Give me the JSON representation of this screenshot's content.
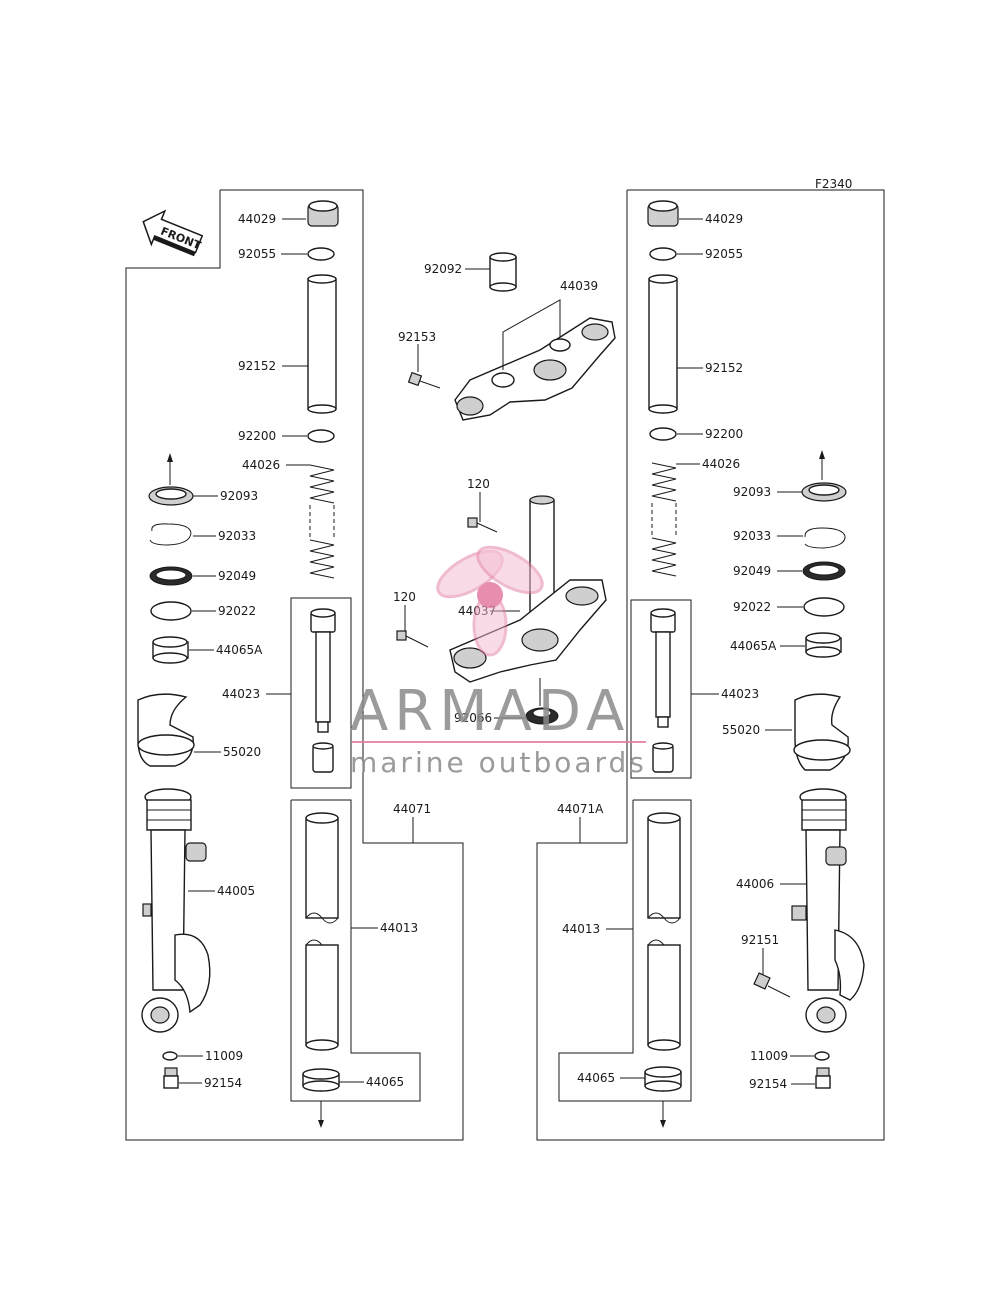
{
  "diagram_code": "F2340",
  "front_label": "FRONT",
  "watermark": {
    "title": "ARMADA",
    "subtitle": "marine outboards",
    "accent_color": "#e27aa3",
    "text_color": "#8a8a8a"
  },
  "left": {
    "p44029": "44029",
    "p92055": "92055",
    "p92152": "92152",
    "p92200": "92200",
    "p44026": "44026",
    "p92093": "92093",
    "p92033": "92033",
    "p92049": "92049",
    "p92022": "92022",
    "p44065A": "44065A",
    "p44023": "44023",
    "p55020": "55020",
    "p44005": "44005",
    "p44071": "44071",
    "p44013": "44013",
    "p11009": "11009",
    "p92154": "92154",
    "p44065": "44065"
  },
  "center": {
    "p92092": "92092",
    "p44039": "44039",
    "p92153": "92153",
    "p120a": "120",
    "p120b": "120",
    "p44037": "44037",
    "p92066": "92066"
  },
  "right": {
    "p44029": "44029",
    "p92055": "92055",
    "p92152": "92152",
    "p92200": "92200",
    "p44026": "44026",
    "p92093": "92093",
    "p92033": "92033",
    "p92049": "92049",
    "p92022": "92022",
    "p44065A": "44065A",
    "p44023": "44023",
    "p55020": "55020",
    "p44006": "44006",
    "p44071A": "44071A",
    "p92151": "92151",
    "p44013": "44013",
    "p11009": "11009",
    "p92154": "92154",
    "p44065": "44065"
  }
}
